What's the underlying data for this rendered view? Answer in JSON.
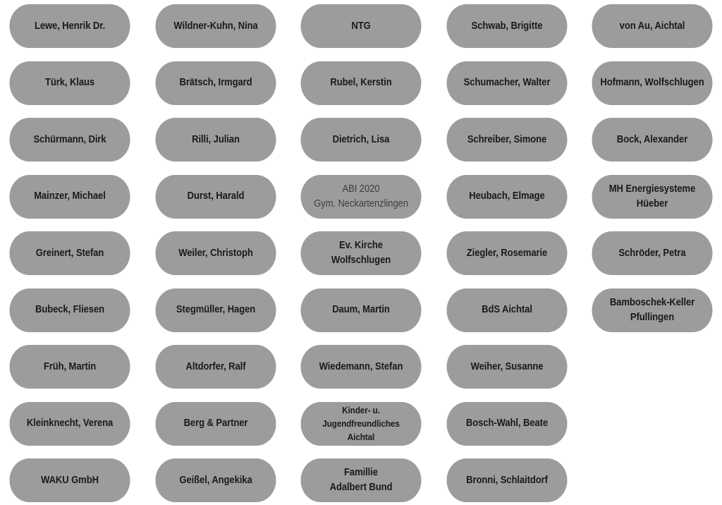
{
  "tiles": [
    [
      "Lewe, Henrik Dr.",
      "Wildner-Kuhn, Nina",
      "NTG",
      "Schwab, Brigitte",
      "von Au, Aichtal"
    ],
    [
      "Türk, Klaus",
      "Brätsch, Irmgard",
      "Rubel, Kerstin",
      "Schumacher, Walter",
      "Hofmann, Wolfschlugen"
    ],
    [
      "Schürmann, Dirk",
      "Rilli, Julian",
      "Dietrich, Lisa",
      "Schreiber, Simone",
      "Bock, Alexander"
    ],
    [
      "Mainzer, Michael",
      "Durst, Harald",
      "ABI 2020\nGym. Neckartenzlingen",
      "Heubach, Elmage",
      "MH Energiesysteme\nHüeber"
    ],
    [
      "Greinert, Stefan",
      "Weiler, Christoph",
      "Ev. Kirche\nWolfschlugen",
      "Ziegler, Rosemarie",
      "Schröder, Petra"
    ],
    [
      "Bubeck, Fliesen",
      "Stegmüller, Hagen",
      "Daum, Martin",
      "BdS Aichtal",
      "Bamboschek-Keller\nPfullingen"
    ],
    [
      "Früh, Martin",
      "Altdorfer, Ralf",
      "Wiedemann, Stefan",
      "Weiher, Susanne"
    ],
    [
      "Kleinknecht, Verena",
      "Berg & Partner",
      "Kinder- u. Jugendfreundliches\nAichtal",
      "Bosch-Wahl, Beate"
    ],
    [
      "WAKU GmbH",
      "Geißel, Angekika",
      "Famillie\nAdalbert Bund",
      "Bronni, Schlaitdorf"
    ]
  ]
}
